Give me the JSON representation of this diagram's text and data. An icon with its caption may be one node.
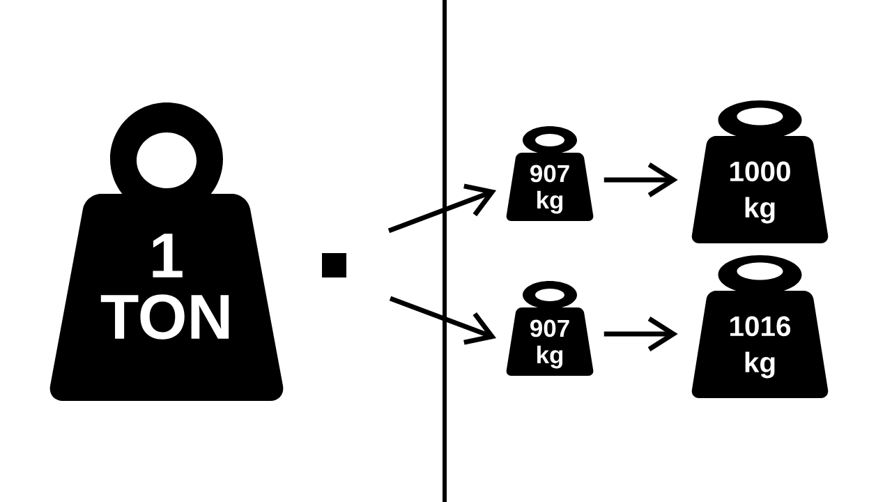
{
  "diagram": {
    "nodes": [
      {
        "text": [
          "1 TON"
        ]
      },
      {
        "text": [
          "907 kg"
        ]
      },
      {
        "text": [
          "1000 kg"
        ]
      },
      {
        "text": [
          "907 kg"
        ]
      },
      {
        "text": [
          "1016 kg"
        ]
      }
    ],
    "edges": [
      {
        "from": null,
        "to": 1,
        "arrow": "to"
      },
      {
        "from": 1,
        "to": 2,
        "arrow": "to"
      },
      {
        "from": null,
        "to": 3,
        "arrow": "to"
      },
      {
        "from": 3,
        "to": 4,
        "arrow": "to"
      }
    ]
  }
}
